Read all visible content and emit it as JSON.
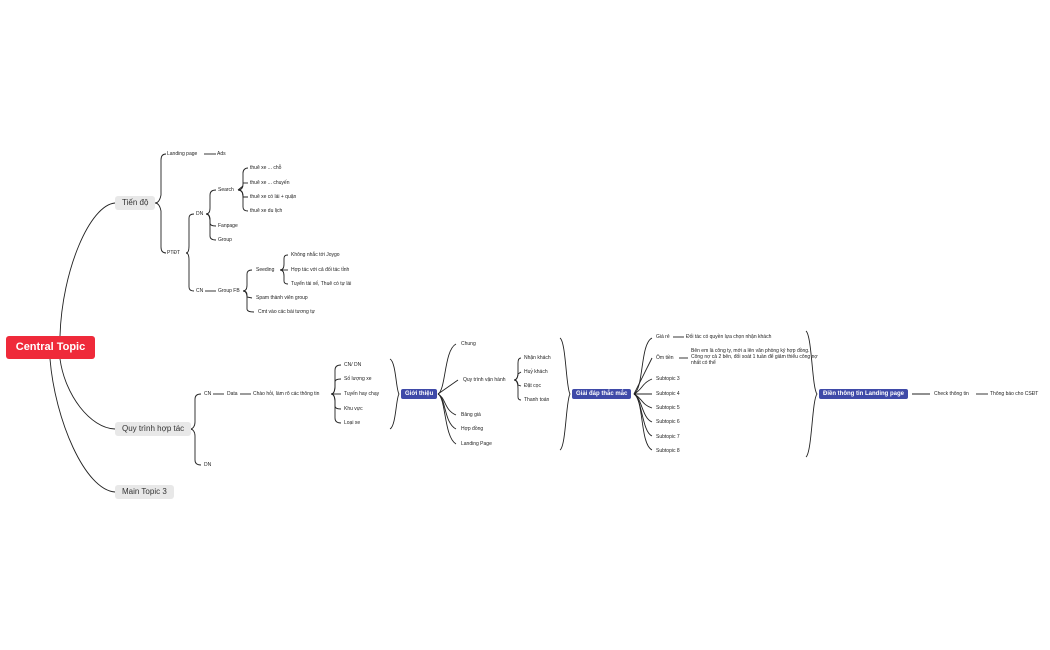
{
  "central": "Central Topic",
  "main_topics": [
    "Tiến độ",
    "Quy trình hợp tác",
    "Main Topic 3"
  ],
  "tien_do": {
    "landing_page": "Landing page",
    "ads": "Ads",
    "ptdt": "PTĐT",
    "dn": "DN",
    "search": "Search",
    "search_items": [
      "thuê xe ... chỗ",
      "thuê xe ... chuyến",
      "thuê xe có lái + quận",
      "thuê xe du lịch"
    ],
    "fanpage": "Fanpage",
    "group": "Group",
    "cn": "CN",
    "group_fb": "Group FB",
    "seeding": "Seeding",
    "seeding_items": [
      "Không nhắc tới Joygo",
      "Hợp tác với cả đối tác tỉnh",
      "Tuyển tài xế, Thuê có tự lái"
    ],
    "group_fb_items": [
      "Spam thành viên group",
      "Cmt vào các bài tương tự"
    ]
  },
  "quy_trinh": {
    "cn": "CN",
    "dn": "DN",
    "data": "Data",
    "chao_hoi": "Chào hỏi, làm rõ các thông tin",
    "info_items": [
      "CN/ DN",
      "Số lượng xe",
      "Tuyến hay chạy",
      "Khu vực",
      "Loại xe"
    ],
    "gioi_thieu": "Giới thiệu",
    "chung": "Chung",
    "quy_trinh_van_hanh": "Quy trình vận hành",
    "van_hanh_items": [
      "Nhận khách",
      "Huỷ khách",
      "Đặt cọc",
      "Thanh toán"
    ],
    "bang_gia": "Bảng giá",
    "hop_dong": "Hợp đồng",
    "landing_page": "Landing Page",
    "giai_dap": "Giải đáp thắc mắc",
    "gia_re": "Giá rẻ",
    "gia_re_detail": "Đối tác có quyền lựa chọn nhận khách",
    "om_tien": "Ôm tiền",
    "om_tien_detail": "Bên em là công ty, mới a lên văn phòng ký hợp đồng. Công nợ cả 2 bên, đối soát 1 tuần để giảm thiểu công nợ nhất có thể",
    "subtopics": [
      "Subtopic 3",
      "Subtopic 4",
      "Subtopic 5",
      "Subtopic 6",
      "Subtopic 7",
      "Subtopic 8"
    ],
    "dien_thong_tin": "Điền thông tin Landing page",
    "check_thong_tin": "Check thông tin",
    "thong_bao": "Thông báo cho CSĐT"
  },
  "colors": {
    "central": "#ef2a3a",
    "hub": "#3f4aa8",
    "main_bg": "#e8e8e8",
    "line": "#222222"
  }
}
